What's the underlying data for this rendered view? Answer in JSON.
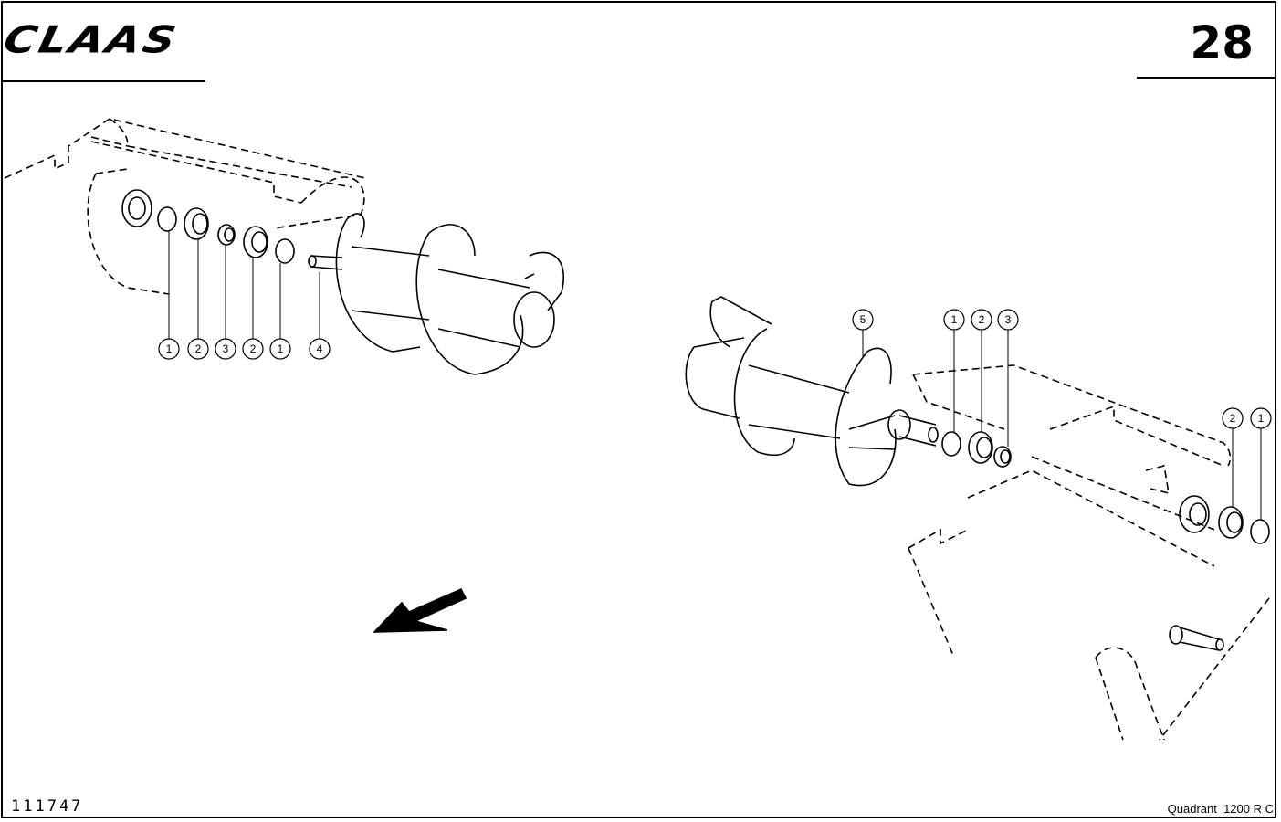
{
  "header": {
    "brand": "CLAAS",
    "page_number": "28"
  },
  "footer": {
    "drawing_number": "111747",
    "model": "Quadrant  1200 R C"
  },
  "callouts": {
    "left": [
      "1",
      "2",
      "3",
      "2",
      "1",
      "4"
    ],
    "right_top": [
      "5",
      "1",
      "2",
      "3"
    ],
    "right_side": [
      "2",
      "1"
    ]
  }
}
